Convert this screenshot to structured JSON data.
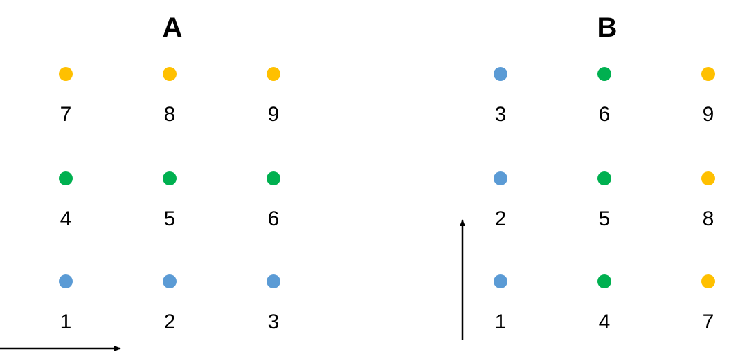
{
  "colors": {
    "blue": "#5b9bd5",
    "green": "#00b050",
    "yellow": "#ffc000",
    "arrow": "#000000"
  },
  "panels": [
    {
      "title": "A",
      "arrow": "horizontal",
      "rows": [
        {
          "dots": [
            "yellow",
            "yellow",
            "yellow"
          ],
          "labels": [
            "7",
            "8",
            "9"
          ]
        },
        {
          "dots": [
            "green",
            "green",
            "green"
          ],
          "labels": [
            "4",
            "5",
            "6"
          ]
        },
        {
          "dots": [
            "blue",
            "blue",
            "blue"
          ],
          "labels": [
            "1",
            "2",
            "3"
          ]
        }
      ]
    },
    {
      "title": "B",
      "arrow": "vertical",
      "rows": [
        {
          "dots": [
            "blue",
            "green",
            "yellow"
          ],
          "labels": [
            "3",
            "6",
            "9"
          ]
        },
        {
          "dots": [
            "blue",
            "green",
            "yellow"
          ],
          "labels": [
            "2",
            "5",
            "8"
          ]
        },
        {
          "dots": [
            "blue",
            "green",
            "yellow"
          ],
          "labels": [
            "1",
            "4",
            "7"
          ]
        }
      ]
    }
  ]
}
